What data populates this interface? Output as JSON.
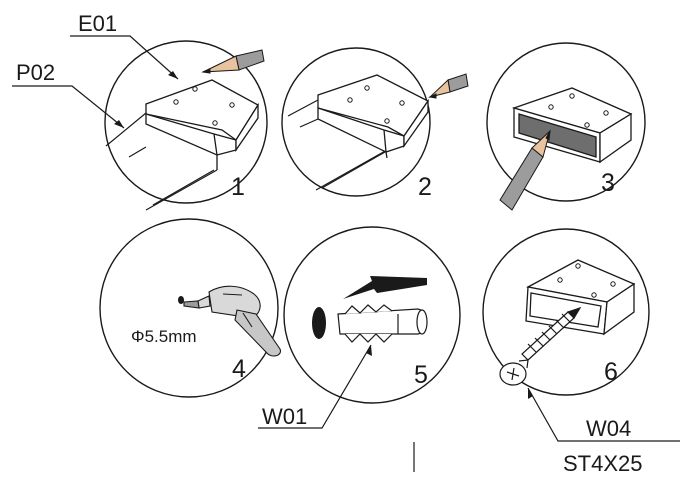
{
  "labels": {
    "e01": "E01",
    "p02": "P02",
    "w01": "W01",
    "w04": "W04",
    "st4x25": "ST4X25",
    "drill_size": "Φ5.5mm"
  },
  "steps": {
    "s1": "1",
    "s2": "2",
    "s3": "3",
    "s4": "4",
    "s5": "5",
    "s6": "6"
  },
  "icons": [
    "pencil-icon",
    "drill-icon",
    "anchor-plug-icon",
    "screw-icon",
    "arrow-icon"
  ],
  "colors": {
    "line": "#1a1a1a",
    "pencil_body": "#9c9c9c",
    "pencil_wood": "#e8c39e",
    "dark_face": "#6e6e6e",
    "drill_body": "#d9d9d9"
  }
}
